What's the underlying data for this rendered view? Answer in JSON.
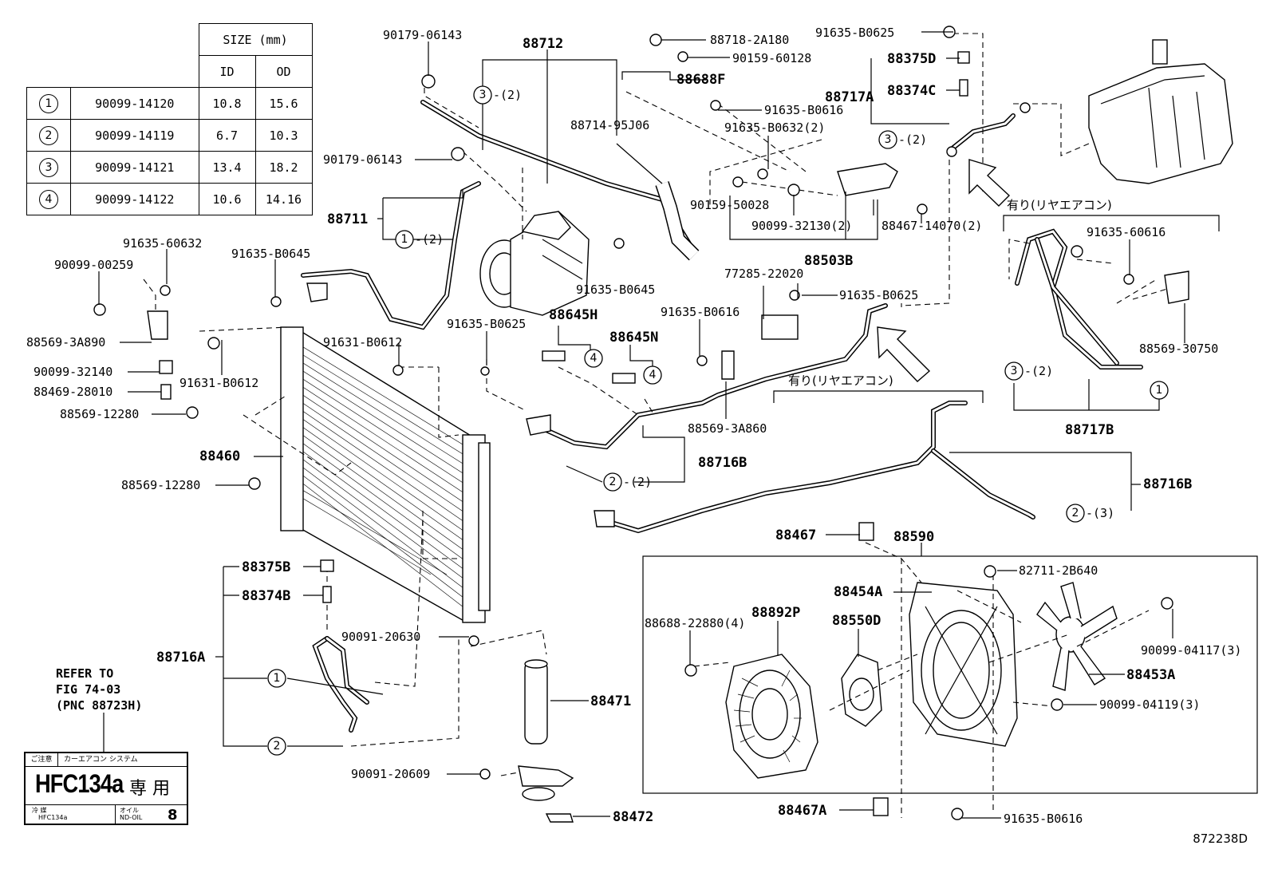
{
  "size_table": {
    "header_size": "SIZE (mm)",
    "header_id": "ID",
    "header_od": "OD",
    "rows": [
      {
        "no": "1",
        "part": "90099-14120",
        "id": "10.8",
        "od": "15.6"
      },
      {
        "no": "2",
        "part": "90099-14119",
        "id": "6.7",
        "od": "10.3"
      },
      {
        "no": "3",
        "part": "90099-14121",
        "id": "13.4",
        "od": "18.2"
      },
      {
        "no": "4",
        "part": "90099-14122",
        "id": "10.6",
        "od": "14.16"
      }
    ]
  },
  "refer": {
    "line1": "REFER TO",
    "line2": "FIG 74-03",
    "line3": "(PNC 88723H)"
  },
  "label": {
    "caution": "ご注意",
    "system": "カーエアコン システム",
    "refrigerant": "HFC134a",
    "exclusive": "専 用",
    "coolant_label": "冷 媒",
    "coolant_value": "HFC134a",
    "oil_label": "オイル",
    "oil_value": "ND-OIL",
    "oil_no": "8"
  },
  "doc_id": "872238D",
  "rear_ac_note": "有り(リヤエアコン)",
  "labels": {
    "l1": "90179-06143",
    "l2": "88712",
    "l3": "88718-2A180",
    "l4": "90159-60128",
    "l5": "88688F",
    "l6": "91635-B0625",
    "l7": "88375D",
    "l8": "88717A",
    "l9": "88374C",
    "l10": "91635-B0616",
    "l11": "88714-95J06",
    "l12": "91635-B0632(2)",
    "l13": "90179-06143",
    "l14": "88711",
    "l15": "90159-50028",
    "l16": "90099-32130(2)",
    "l17": "88467-14070(2)",
    "l18": "88503B",
    "l19": "91635-60632",
    "l20": "91635-B0645",
    "l21": "90099-00259",
    "l22": "88569-3A890",
    "l23": "90099-32140",
    "l24": "88469-28010",
    "l25": "88569-12280",
    "l26": "91631-B0612",
    "l27": "91631-B0612",
    "l28": "91635-B0645",
    "l29": "77285-22020",
    "l30": "91635-B0625",
    "l31": "88645H",
    "l32": "88645N",
    "l33": "91635-B0625",
    "l34": "91635-B0616",
    "l35": "88569-3A860",
    "l36": "88460",
    "l37": "88716B",
    "l38": "88569-12280",
    "l39": "91635-60616",
    "l40": "88569-30750",
    "l41": "88717B",
    "l42": "88716B",
    "l43": "88467",
    "l44": "88590",
    "l45": "82711-2B640",
    "l46": "88454A",
    "l47": "88892P",
    "l48": "88550D",
    "l49": "88688-22880(4)",
    "l50": "90099-04117(3)",
    "l51": "88453A",
    "l52": "90099-04119(3)",
    "l53": "88375B",
    "l54": "88374B",
    "l55": "90091-20630",
    "l56": "88716A",
    "l57": "88471",
    "l58": "90091-20609",
    "l59": "88472",
    "l60": "88467A",
    "l61": "91635-B0616"
  },
  "callouts": {
    "c1": "-(2)",
    "c2": "-(2)",
    "c3": "-(2)",
    "c4": "-(2)",
    "c5": "-(3)"
  }
}
